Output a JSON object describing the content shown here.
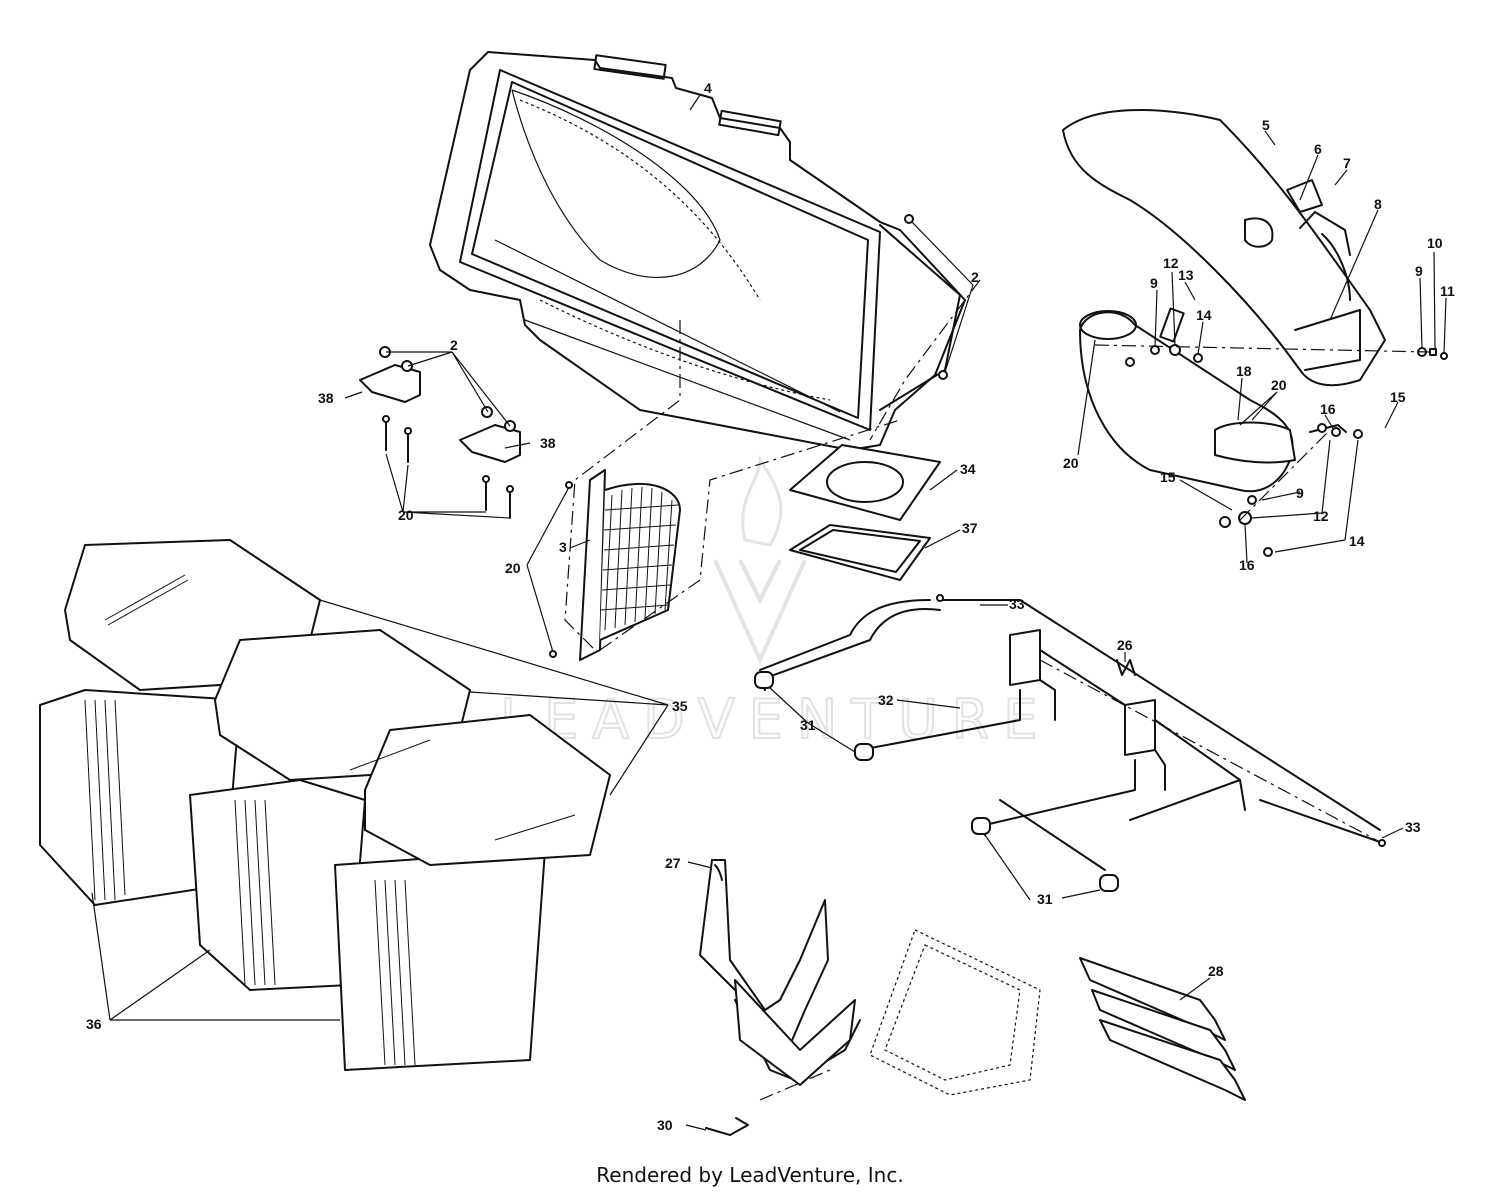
{
  "diagram": {
    "callouts": {
      "c4": "4",
      "c2a": "2",
      "c2b": "2",
      "c38a": "38",
      "c38b": "38",
      "c20a": "20",
      "c5": "5",
      "c6": "6",
      "c7": "7",
      "c8": "8",
      "c9a": "9",
      "c12a": "12",
      "c13": "13",
      "c14a": "14",
      "c9b": "9",
      "c10": "10",
      "c11": "11",
      "c18": "18",
      "c20b": "20",
      "c20c": "20",
      "c16a": "16",
      "c15a": "15",
      "c15b": "15",
      "c9c": "9",
      "c12b": "12",
      "c16b": "16",
      "c14b": "14",
      "c34": "34",
      "c37": "37",
      "c20d": "20",
      "c3": "3",
      "c33a": "33",
      "c26": "26",
      "c32": "32",
      "c31a": "31",
      "c35": "35",
      "c33b": "33",
      "c31b": "31",
      "c27": "27",
      "c28": "28",
      "c36": "36",
      "c30": "30"
    },
    "watermark": "LEADVENTURE"
  },
  "footer": {
    "credit": "Rendered by LeadVenture, Inc."
  }
}
